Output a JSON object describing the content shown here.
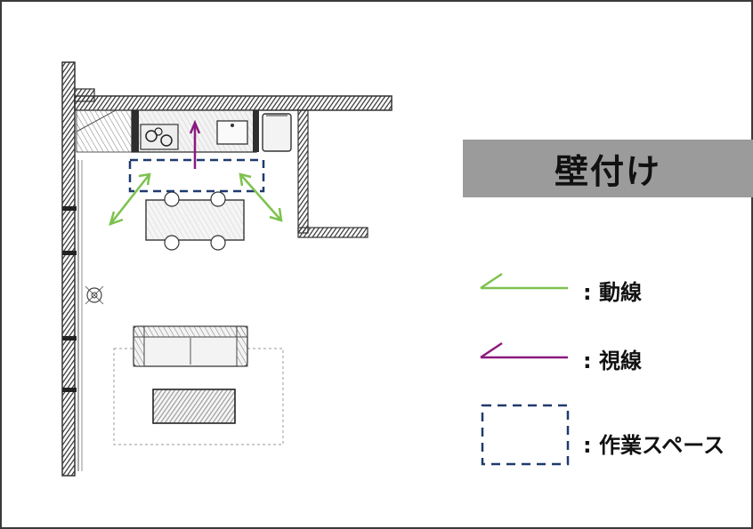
{
  "title": "壁付け",
  "legend": {
    "movement": ": 動線",
    "sightline": ": 視線",
    "workspace": ": 作業スペース"
  },
  "colors": {
    "movement": "#7dc24e",
    "sightline": "#8a1a7f",
    "workspace": "#1f3a6e",
    "title_bg": "#9b9b9b",
    "wall": "#4a4a4a"
  }
}
